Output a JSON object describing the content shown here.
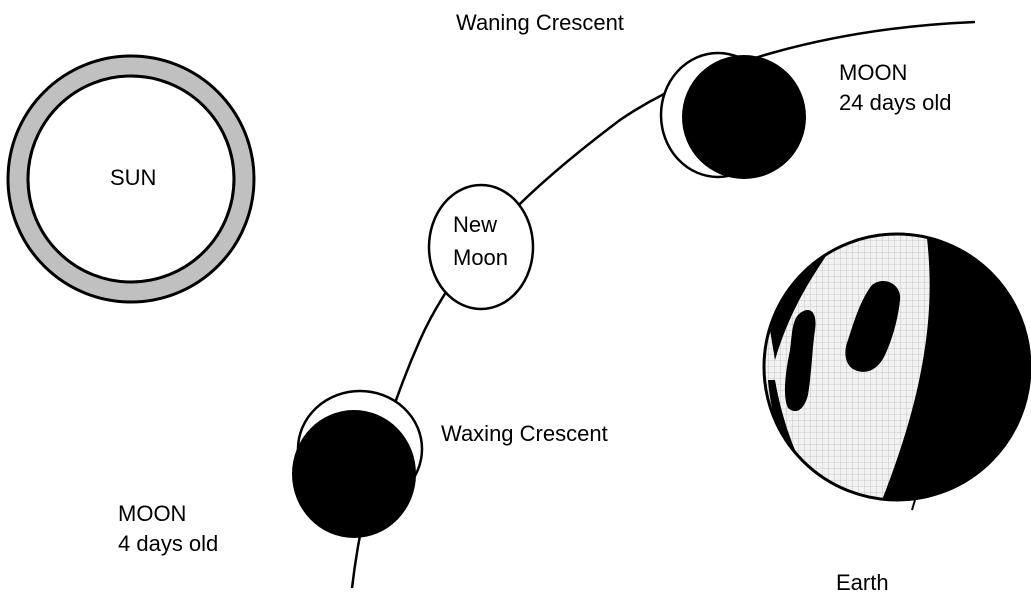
{
  "labels": {
    "sun": "SUN",
    "new_moon_line1": "New",
    "new_moon_line2": "Moon",
    "waning_crescent": "Waning Crescent",
    "waxing_crescent": "Waxing Crescent",
    "moon_24_line1": "MOON",
    "moon_24_line2": "24 days old",
    "moon_4_line1": "MOON",
    "moon_4_line2": "4 days old",
    "earth": "Earth"
  },
  "colors": {
    "sun_ring": "#c0c0c0",
    "shadow": "#000000",
    "lit": "#ffffff",
    "earth_land_lit": "#ececec",
    "earth_grid": "#b8b8b8"
  }
}
